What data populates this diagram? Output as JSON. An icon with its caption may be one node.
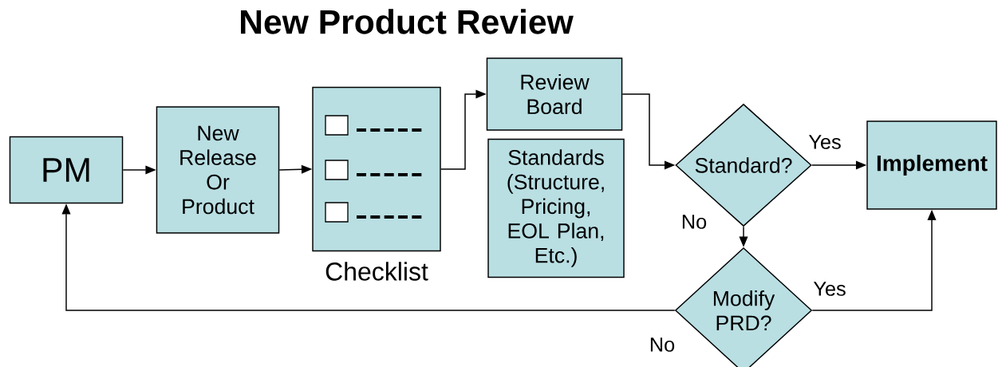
{
  "diagram": {
    "title": "New Product Review",
    "nodes": [
      {
        "text": [
          "PM"
        ]
      },
      {
        "text": [
          "New Release Or Product"
        ]
      },
      {
        "text": [
          "Checklist"
        ]
      },
      {
        "text": [
          "Review Board"
        ]
      },
      {
        "text": [
          "Standards (Structure, Pricing, EOL Plan, Etc.)"
        ]
      },
      {
        "text": [
          "Standard?"
        ]
      },
      {
        "text": [
          "Implement"
        ]
      },
      {
        "text": [
          "Modify PRD?"
        ]
      }
    ],
    "edges": [
      {
        "from": 0,
        "to": 1,
        "arrow": "to"
      },
      {
        "from": 1,
        "to": 2,
        "arrow": "to"
      },
      {
        "from": 2,
        "to": 3,
        "arrow": "to"
      },
      {
        "from": 3,
        "to": 5,
        "arrow": "to"
      },
      {
        "from": 5,
        "to": 6,
        "arrow": "to",
        "label": "Yes"
      },
      {
        "from": 5,
        "to": 7,
        "arrow": "to",
        "label": "No"
      },
      {
        "from": 7,
        "to": 6,
        "arrow": "to",
        "label": "Yes"
      },
      {
        "from": 7,
        "to": 0,
        "arrow": "to",
        "label": "No"
      }
    ]
  }
}
